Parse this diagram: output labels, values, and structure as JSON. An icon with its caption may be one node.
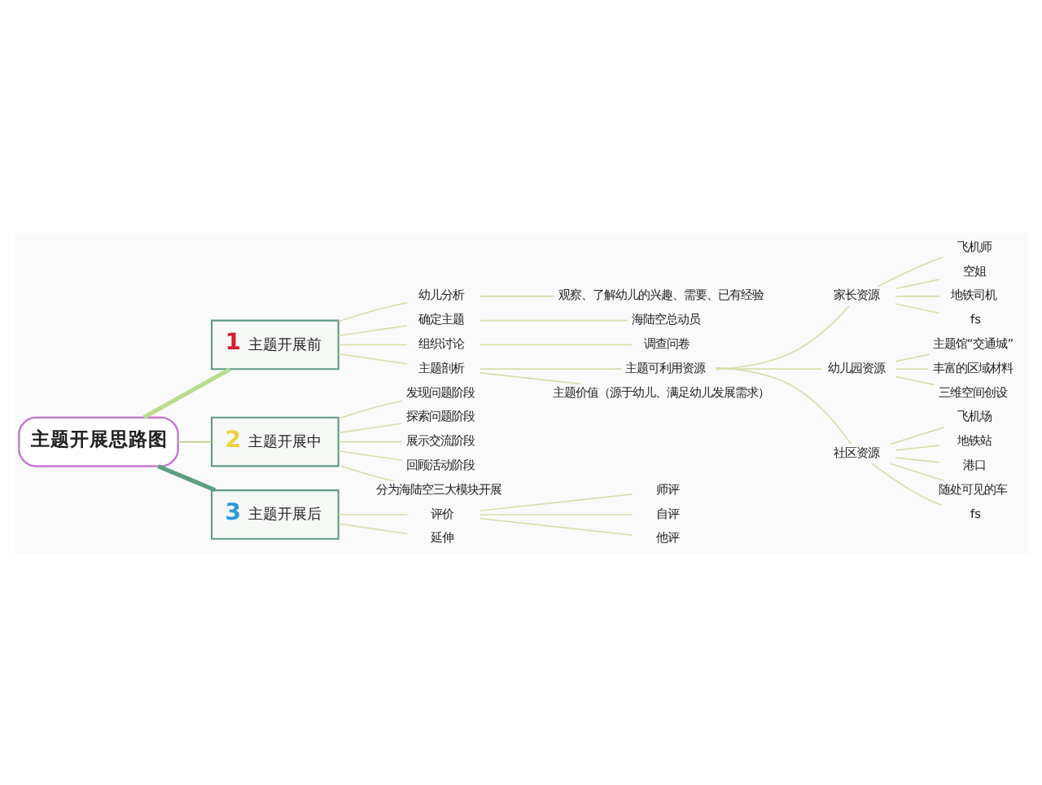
{
  "diagram": {
    "nodes": [
      {
        "text": [
          "主题开展思路图"
        ]
      },
      {
        "text": [
          "1",
          "主题开展前"
        ]
      },
      {
        "text": [
          "幼儿分析"
        ]
      },
      {
        "text": [
          "观察、了解幼儿的兴趣、需要、已有经验"
        ]
      },
      {
        "text": [
          "确定主题"
        ]
      },
      {
        "text": [
          "海陆空总动员"
        ]
      },
      {
        "text": [
          "组织讨论"
        ]
      },
      {
        "text": [
          "调查问卷"
        ]
      },
      {
        "text": [
          "主题剖析"
        ]
      },
      {
        "text": [
          "主题可利用资源"
        ]
      },
      {
        "text": [
          "家长资源"
        ]
      },
      {
        "text": [
          "飞机师"
        ]
      },
      {
        "text": [
          "空姐"
        ]
      },
      {
        "text": [
          "地铁司机"
        ]
      },
      {
        "text": [
          "fs"
        ]
      },
      {
        "text": [
          "幼儿园资源"
        ]
      },
      {
        "text": [
          "主题馆“交通城”"
        ]
      },
      {
        "text": [
          "丰富的区域材料"
        ]
      },
      {
        "text": [
          "三维空间创设"
        ]
      },
      {
        "text": [
          "社区资源"
        ]
      },
      {
        "text": [
          "飞机场"
        ]
      },
      {
        "text": [
          "地铁站"
        ]
      },
      {
        "text": [
          "港口"
        ]
      },
      {
        "text": [
          "随处可见的车"
        ]
      },
      {
        "text": [
          "fs"
        ]
      },
      {
        "text": [
          "主题价值（源于幼儿、满足幼儿发展需求）"
        ]
      },
      {
        "text": [
          "2",
          "主题开展中"
        ]
      },
      {
        "text": [
          "发现问题阶段"
        ]
      },
      {
        "text": [
          "探索问题阶段"
        ]
      },
      {
        "text": [
          "展示交流阶段"
        ]
      },
      {
        "text": [
          "回顾活动阶段"
        ]
      },
      {
        "text": [
          "分为海陆空三大模块开展"
        ]
      },
      {
        "text": [
          "3",
          "主题开展后"
        ]
      },
      {
        "text": [
          "评价"
        ]
      },
      {
        "text": [
          "师评"
        ]
      },
      {
        "text": [
          "自评"
        ]
      },
      {
        "text": [
          "他评"
        ]
      },
      {
        "text": [
          "延伸"
        ]
      }
    ],
    "edges": [
      {
        "from": 0,
        "to": 1,
        "arrow": "none",
        "style": "thick",
        "color": "#b9dc8e"
      },
      {
        "from": 1,
        "to": 2,
        "arrow": "none"
      },
      {
        "from": 2,
        "to": 3,
        "arrow": "none"
      },
      {
        "from": 1,
        "to": 4,
        "arrow": "none"
      },
      {
        "from": 4,
        "to": 5,
        "arrow": "none"
      },
      {
        "from": 1,
        "to": 6,
        "arrow": "none"
      },
      {
        "from": 6,
        "to": 7,
        "arrow": "none"
      },
      {
        "from": 1,
        "to": 8,
        "arrow": "none"
      },
      {
        "from": 8,
        "to": 9,
        "arrow": "none"
      },
      {
        "from": 9,
        "to": 10,
        "arrow": "none"
      },
      {
        "from": 10,
        "to": 11,
        "arrow": "none"
      },
      {
        "from": 10,
        "to": 12,
        "arrow": "none"
      },
      {
        "from": 10,
        "to": 13,
        "arrow": "none"
      },
      {
        "from": 10,
        "to": 14,
        "arrow": "none"
      },
      {
        "from": 9,
        "to": 15,
        "arrow": "none"
      },
      {
        "from": 15,
        "to": 16,
        "arrow": "none"
      },
      {
        "from": 15,
        "to": 17,
        "arrow": "none"
      },
      {
        "from": 15,
        "to": 18,
        "arrow": "none"
      },
      {
        "from": 9,
        "to": 19,
        "arrow": "none"
      },
      {
        "from": 19,
        "to": 20,
        "arrow": "none"
      },
      {
        "from": 19,
        "to": 21,
        "arrow": "none"
      },
      {
        "from": 19,
        "to": 22,
        "arrow": "none"
      },
      {
        "from": 19,
        "to": 23,
        "arrow": "none"
      },
      {
        "from": 19,
        "to": 24,
        "arrow": "none"
      },
      {
        "from": 8,
        "to": 25,
        "arrow": "none"
      },
      {
        "from": 0,
        "to": 26,
        "arrow": "none",
        "color": "#c8c88c"
      },
      {
        "from": 26,
        "to": 27,
        "arrow": "none"
      },
      {
        "from": 26,
        "to": 28,
        "arrow": "none"
      },
      {
        "from": 26,
        "to": 29,
        "arrow": "none"
      },
      {
        "from": 26,
        "to": 30,
        "arrow": "none"
      },
      {
        "from": 26,
        "to": 31,
        "arrow": "none"
      },
      {
        "from": 0,
        "to": 32,
        "arrow": "none",
        "style": "thick",
        "color": "#5e9e80"
      },
      {
        "from": 32,
        "to": 33,
        "arrow": "none"
      },
      {
        "from": 33,
        "to": 34,
        "arrow": "none"
      },
      {
        "from": 33,
        "to": 35,
        "arrow": "none"
      },
      {
        "from": 33,
        "to": 36,
        "arrow": "none"
      },
      {
        "from": 32,
        "to": 37,
        "arrow": "none"
      }
    ]
  }
}
